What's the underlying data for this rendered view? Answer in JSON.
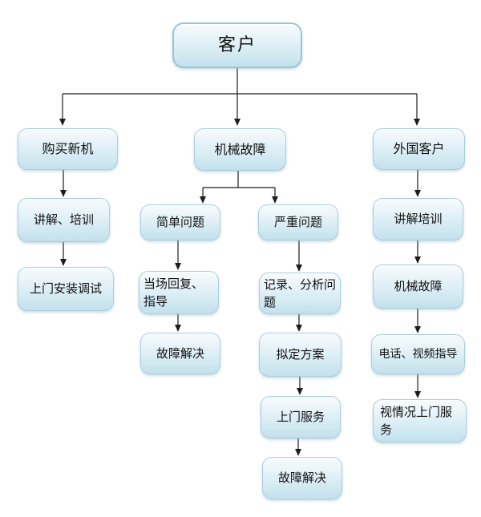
{
  "diagram": {
    "type": "flowchart",
    "colors": {
      "node_fill_top": "#f7fbfd",
      "node_fill_bottom": "#c3e1ed",
      "node_border": "#a8cddd",
      "connector": "#1d1d1d",
      "background": "#ffffff",
      "text": "#111111"
    },
    "nodes": [
      {
        "id": "customer",
        "label": "客户"
      },
      {
        "id": "buy-new-machine",
        "label": "购买新机"
      },
      {
        "id": "mechanical-failure",
        "label": "机械故障"
      },
      {
        "id": "foreign-customer",
        "label": "外国客户"
      },
      {
        "id": "explain-training-left",
        "label": "讲解、培训"
      },
      {
        "id": "onsite-install-debug",
        "label": "上门安装调试"
      },
      {
        "id": "simple-problem",
        "label": "简单问题"
      },
      {
        "id": "serious-problem",
        "label": "严重问题"
      },
      {
        "id": "onspot-reply-guidance",
        "label": "当场回复、指导"
      },
      {
        "id": "fault-resolved-left",
        "label": "故障解决"
      },
      {
        "id": "record-analyze-problem",
        "label": "记录、分析问题"
      },
      {
        "id": "draft-plan",
        "label": "拟定方案"
      },
      {
        "id": "onsite-service",
        "label": "上门服务"
      },
      {
        "id": "fault-resolved-mid",
        "label": "故障解决"
      },
      {
        "id": "explain-training-right",
        "label": "讲解培训"
      },
      {
        "id": "mechanical-failure-right",
        "label": "机械故障"
      },
      {
        "id": "phone-video-guidance",
        "label": "电话、视频指导"
      },
      {
        "id": "onsite-as-needed",
        "label": "视情况上门服务"
      }
    ],
    "edges": [
      {
        "from": "customer",
        "to": "buy-new-machine"
      },
      {
        "from": "customer",
        "to": "mechanical-failure"
      },
      {
        "from": "customer",
        "to": "foreign-customer"
      },
      {
        "from": "buy-new-machine",
        "to": "explain-training-left"
      },
      {
        "from": "explain-training-left",
        "to": "onsite-install-debug"
      },
      {
        "from": "mechanical-failure",
        "to": "simple-problem"
      },
      {
        "from": "mechanical-failure",
        "to": "serious-problem"
      },
      {
        "from": "simple-problem",
        "to": "onspot-reply-guidance"
      },
      {
        "from": "onspot-reply-guidance",
        "to": "fault-resolved-left"
      },
      {
        "from": "serious-problem",
        "to": "record-analyze-problem"
      },
      {
        "from": "record-analyze-problem",
        "to": "draft-plan"
      },
      {
        "from": "draft-plan",
        "to": "onsite-service"
      },
      {
        "from": "onsite-service",
        "to": "fault-resolved-mid"
      },
      {
        "from": "foreign-customer",
        "to": "explain-training-right"
      },
      {
        "from": "explain-training-right",
        "to": "mechanical-failure-right"
      },
      {
        "from": "mechanical-failure-right",
        "to": "phone-video-guidance"
      },
      {
        "from": "phone-video-guidance",
        "to": "onsite-as-needed"
      }
    ]
  }
}
